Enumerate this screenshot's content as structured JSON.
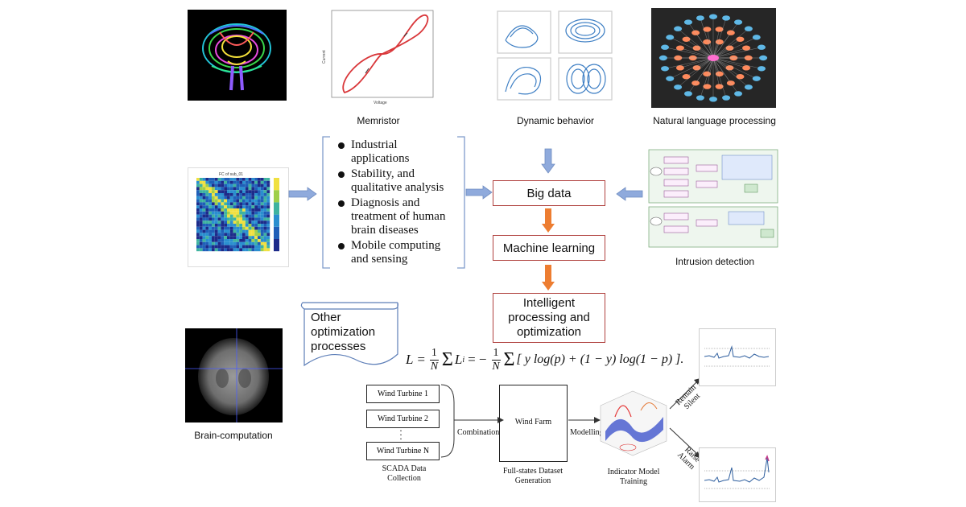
{
  "captions": {
    "memristor": "Memristor",
    "dynamic_behavior": "Dynamic behavior",
    "nlp": "Natural language processing",
    "intrusion_detection": "Intrusion detection",
    "brain_computation": "Brain-computation"
  },
  "applications": [
    "Industrial applications",
    "Stability, and qualitative analysis",
    "Diagnosis and treatment of human brain diseases",
    "Mobile computing and sensing"
  ],
  "flow": {
    "big_data": "Big data",
    "machine_learning": "Machine learning",
    "intelligent": "Intelligent processing and optimization"
  },
  "other_optimization": "Other optimization processes",
  "formula": {
    "lhs": "L = ",
    "mid": "L",
    "mid_sub": "i",
    "rhs": "[ y log(p) + (1 − y) log(1 − p) ]."
  },
  "wind": {
    "turbine1": "Wind Turbine 1",
    "turbine2": "Wind Turbine 2",
    "turbineN": "Wind Turbine N",
    "scada": "SCADA Data Collection",
    "combination": "Combination",
    "wind_farm": "Wind Farm",
    "modelling": "Modelling",
    "fullstates": "Full-states Dataset Generation",
    "indicator": "Indicator Model Training",
    "remain_silent": "Remain Silent",
    "raise_alarm": "Raise Alarm"
  },
  "colors": {
    "blue_arrow": "#8faadc",
    "orange_arrow": "#ed7d31",
    "box_border": "#b0413e"
  }
}
